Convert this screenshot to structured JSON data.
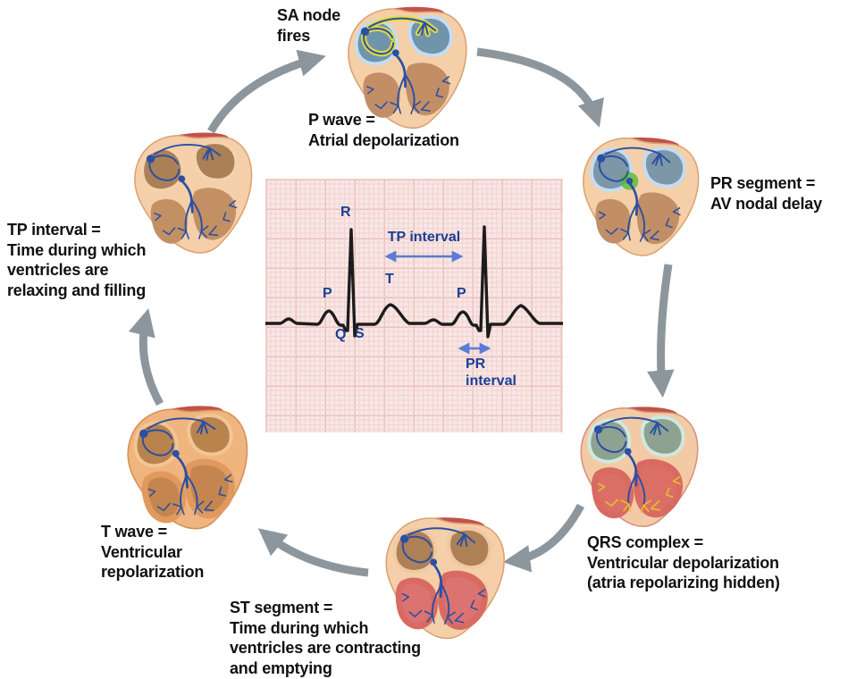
{
  "page": {
    "text_color": "#111111",
    "background": "#ffffff"
  },
  "labels": {
    "sa_node": {
      "lines": [
        "SA node",
        "fires"
      ]
    },
    "p_wave": {
      "lines": [
        "P wave =",
        "Atrial depolarization"
      ]
    },
    "pr_segment": {
      "lines": [
        "PR segment =",
        "AV nodal delay"
      ]
    },
    "qrs_complex": {
      "lines": [
        "QRS complex =",
        "Ventricular depolarization",
        "(atria repolarizing hidden)"
      ]
    },
    "st_segment": {
      "lines": [
        "ST segment =",
        "Time during which",
        "ventricles are contracting",
        "and emptying"
      ]
    },
    "t_wave": {
      "lines": [
        "T wave =",
        "Ventricular",
        "repolarization"
      ]
    },
    "tp_interval": {
      "lines": [
        "TP interval =",
        "Time during which",
        "ventricles are",
        "relaxing and filling"
      ]
    }
  },
  "ecg": {
    "wave_labels": {
      "p1": "P",
      "q": "Q",
      "r": "R",
      "s": "S",
      "t": "T",
      "p2": "P"
    },
    "interval_labels": {
      "tp": "TP interval",
      "pr_line1": "PR",
      "pr_line2": "interval"
    },
    "colors": {
      "label_blue": "#1c3f94",
      "arrow_blue": "#5b7cd6",
      "trace": "#1c1c1c",
      "paper": "#f8e7e5",
      "grid_minor": "#f2d2cf",
      "grid_major": "#dd9a96"
    }
  },
  "cycle": {
    "arrow_color": "#8d969d",
    "hearts": [
      {
        "stage": "sa-node-fires",
        "colors": {
          "wall": "#f5cfa7",
          "wall_edge": "#daa272",
          "atria": "#6f94ac",
          "atria_wall": "#c3ddf2",
          "ventricle": "#c28e66",
          "vent_wall": "transparent",
          "fibers": "#2b4fa3",
          "vent_fibers": "#2b4fa3",
          "sa_glow": "#e8dd3c",
          "av_glow": "transparent",
          "cap": "#c1524b"
        }
      },
      {
        "stage": "pr-segment",
        "colors": {
          "wall": "#f5cfa7",
          "wall_edge": "#daa272",
          "atria": "#7d97a8",
          "atria_wall": "#c3ddf2",
          "ventricle": "#c28e66",
          "vent_wall": "transparent",
          "fibers": "#2b4fa3",
          "vent_fibers": "#2b4fa3",
          "sa_glow": "transparent",
          "av_glow": "#55bb35",
          "cap": "#c1524b"
        }
      },
      {
        "stage": "qrs-complex",
        "colors": {
          "wall": "#f2cba6",
          "wall_edge": "#d88f7a",
          "atria": "#8ea291",
          "atria_wall": "#cfe9df",
          "ventricle": "#db6f66",
          "vent_wall": "#d96a62",
          "fibers": "#2b4fa3",
          "vent_fibers": "#e6c22e",
          "sa_glow": "transparent",
          "av_glow": "transparent",
          "cap": "#c1524b"
        }
      },
      {
        "stage": "st-segment",
        "colors": {
          "wall": "#f4cfa9",
          "wall_edge": "#daa272",
          "atria": "#ad8056",
          "atria_wall": "#f0c9a2",
          "ventricle": "#db7370",
          "vent_wall": "#d96a62",
          "fibers": "#2b4fa3",
          "vent_fibers": "#2b4fa3",
          "sa_glow": "transparent",
          "av_glow": "transparent",
          "cap": "#c1524b"
        }
      },
      {
        "stage": "t-wave",
        "colors": {
          "wall": "#f0b57e",
          "wall_edge": "#d69057",
          "atria": "#b9834e",
          "atria_wall": "#f2c694",
          "ventricle": "#c5854f",
          "vent_wall": "#e09a5e",
          "fibers": "#2b4fa3",
          "vent_fibers": "#2b4fa3",
          "sa_glow": "transparent",
          "av_glow": "transparent",
          "cap": "#c1524b"
        }
      },
      {
        "stage": "tp-interval",
        "colors": {
          "wall": "#f4cfa9",
          "wall_edge": "#daa272",
          "atria": "#ab8057",
          "atria_wall": "#f4d2ab",
          "ventricle": "#c39063",
          "vent_wall": "transparent",
          "fibers": "#2b4fa3",
          "vent_fibers": "#2b4fa3",
          "sa_glow": "transparent",
          "av_glow": "transparent",
          "cap": "#c1524b"
        }
      }
    ]
  }
}
